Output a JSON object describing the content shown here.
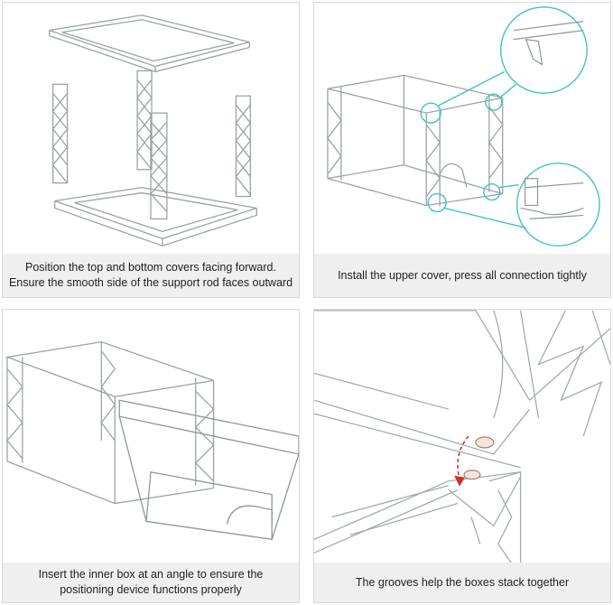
{
  "panels": [
    {
      "caption": [
        "Position the top and bottom covers facing forward.",
        "Ensure the smooth side of the support rod faces outward"
      ]
    },
    {
      "caption": [
        "Install the upper cover, press all connection tightly"
      ]
    },
    {
      "caption": [
        "Insert the inner box at an angle to ensure the",
        "positioning device functions properly"
      ]
    },
    {
      "caption": [
        "The grooves help the boxes stack together"
      ]
    }
  ],
  "colors": {
    "line": "#9aa3a8",
    "accent": "#3ec3c3",
    "arrow": "#d0312d",
    "caption_bg": "#efefef"
  }
}
